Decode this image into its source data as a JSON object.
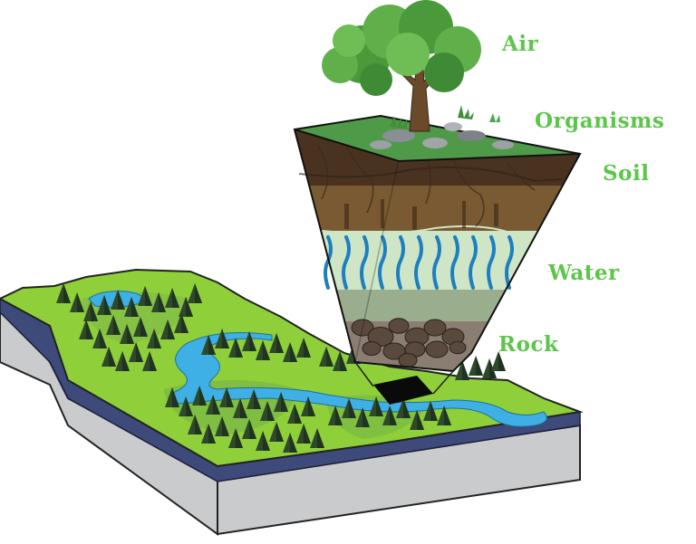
{
  "labels": {
    "air": "Air",
    "organisms": "Organisms",
    "soil": "Soil",
    "water": "Water",
    "rock": "Rock"
  },
  "colors": {
    "label_green": "#5cc64a",
    "grass": "#8fcf3a",
    "water": "#3fb0e6",
    "soil": "#7a5a32",
    "rock": "#5a4a3e",
    "bedrock": "#3d4a7a"
  },
  "icons": [
    "tree-icon",
    "conifer-tree-icon",
    "rock-icon"
  ]
}
